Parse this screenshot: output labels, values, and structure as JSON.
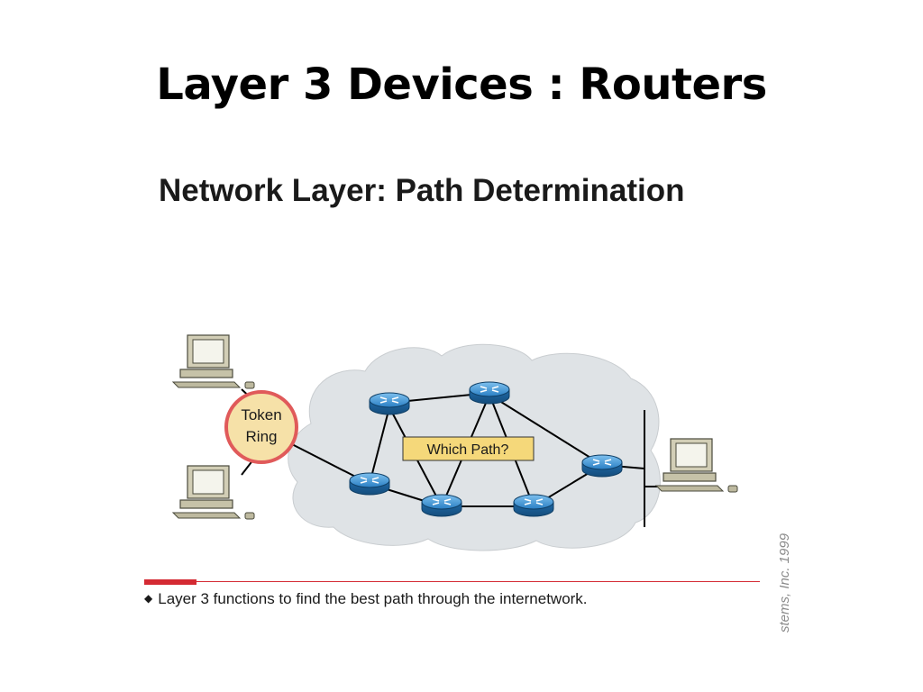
{
  "slide": {
    "title": "Layer 3 Devices : Routers"
  },
  "diagram": {
    "subtitle": "Network Layer: Path Determination",
    "token_ring_line1": "Token",
    "token_ring_line2": "Ring",
    "which_path_label": "Which Path?",
    "caption": "Layer 3 functions to find the best path through the internetwork.",
    "copyright": "stems, Inc. 1999",
    "colors": {
      "cloud": "#dfe3e6",
      "router": "#2a7fc4",
      "token_ring": "#f6e1a8",
      "token_ring_border": "#e05a5a",
      "path_label_bg": "#f5d87a",
      "accent_red": "#d42a33"
    }
  }
}
